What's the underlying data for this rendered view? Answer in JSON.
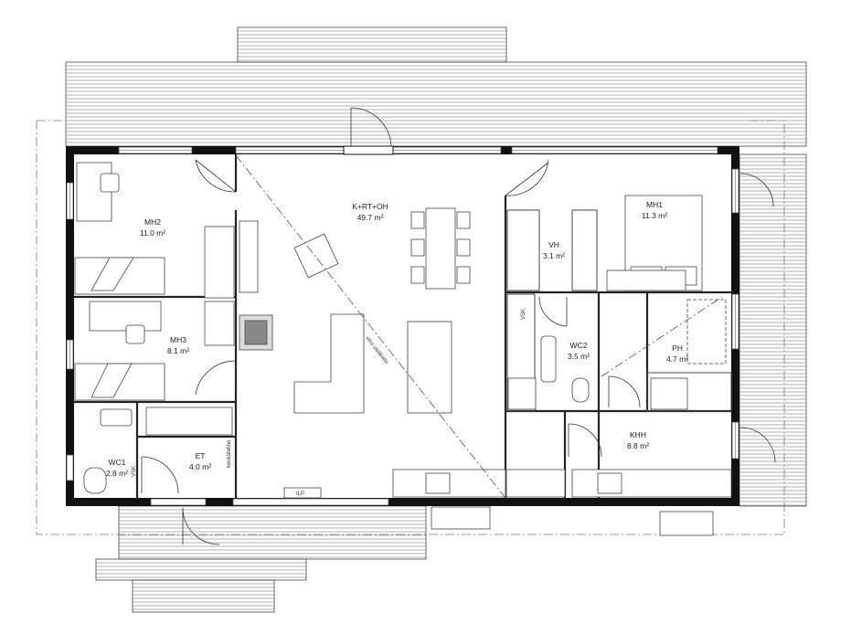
{
  "rooms": [
    {
      "id": "mh2",
      "name": "MH2",
      "area": "11.0 m²"
    },
    {
      "id": "krtoh",
      "name": "K+RT+OH",
      "area": "49.7 m²"
    },
    {
      "id": "vh",
      "name": "VH",
      "area": "3.1 m²"
    },
    {
      "id": "mh1",
      "name": "MH1",
      "area": "11.3 m²"
    },
    {
      "id": "mh3",
      "name": "MH3",
      "area": "8.1 m²"
    },
    {
      "id": "wc2",
      "name": "WC2",
      "area": "3.5 m²"
    },
    {
      "id": "ph",
      "name": "PH",
      "area": "4.7 m²"
    },
    {
      "id": "khh",
      "name": "KHH",
      "area": "8.8 m²"
    },
    {
      "id": "wc1",
      "name": "WC1",
      "area": "2.8 m²"
    },
    {
      "id": "et",
      "name": "ET",
      "area": "4.0 m²"
    }
  ],
  "annotations": {
    "sloped_ceiling": "vino sisäkatto",
    "ilp": "ILP",
    "wc1_side": "VSK",
    "wc2_side": "VSK",
    "et_side": "kenkäteline"
  },
  "colors": {
    "wall": "#111111",
    "line": "#444444",
    "deck": "#555555",
    "paper": "#ffffff"
  }
}
